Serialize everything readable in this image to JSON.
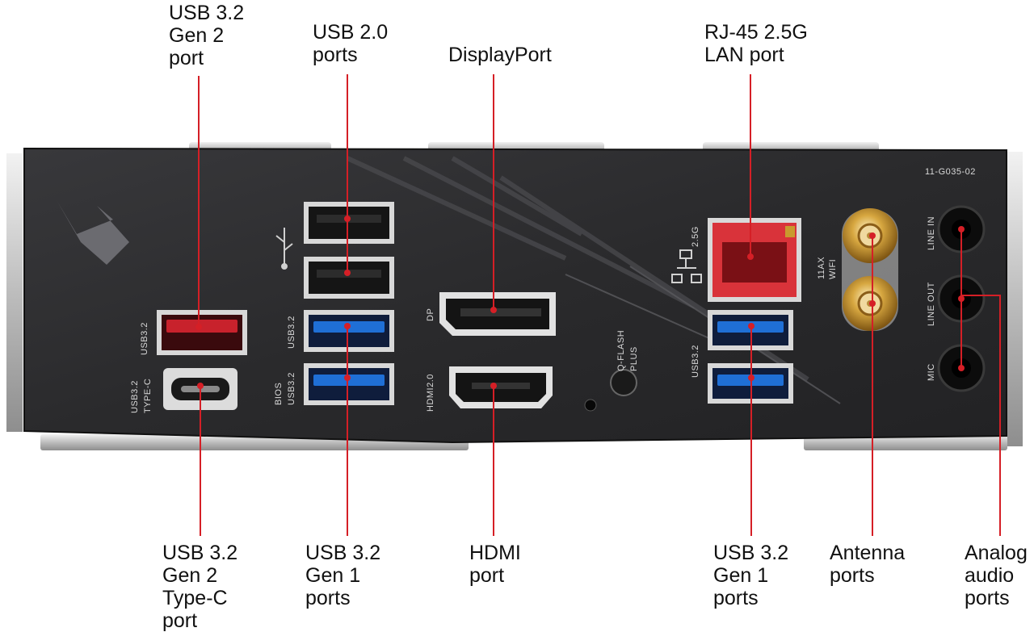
{
  "callouts_top": {
    "usb32_gen2_port": "USB 3.2\nGen 2\nport",
    "usb20_ports": "USB 2.0\nports",
    "displayport": "DisplayPort",
    "rj45_lan_port": "RJ-45 2.5G\nLAN port"
  },
  "callouts_bottom": {
    "usb32_gen2_typec_port": "USB 3.2\nGen 2\nType-C\nport",
    "usb32_gen1_ports_left": "USB 3.2\nGen 1\nports",
    "hdmi_port": "HDMI\nport",
    "usb32_gen1_ports_right": "USB 3.2\nGen 1\nports",
    "antenna_ports": "Antenna\nports",
    "analog_audio_ports": "Analog\naudio\nports"
  },
  "plate_labels": {
    "model_code": "11-G035-02",
    "usb32_red": "USB3.2",
    "usb32_typec_line1": "USB3.2",
    "usb32_typec_line2": "TYPE-C",
    "usb32_mid": "USB3.2",
    "bios_line1": "BIOS",
    "bios_line2": "USB3.2",
    "dp": "DP",
    "hdmi": "HDMI2.0",
    "qflash_line1": "Q-FLASH",
    "qflash_line2": "PLUS",
    "lan_speed": "2.5G",
    "wifi_line1": "11AX",
    "wifi_line2": "WIFI",
    "usb32_right": "USB3.2",
    "line_in": "LINE IN",
    "line_out": "LINE OUT",
    "mic": "MIC"
  },
  "colors": {
    "leader_line": "#d51f26",
    "plate": "#2b2b2d",
    "usb_red": "#c8222c",
    "usb_blue": "#1f6fd6",
    "lan_red": "#d9333a",
    "gold": "#c9982f"
  }
}
